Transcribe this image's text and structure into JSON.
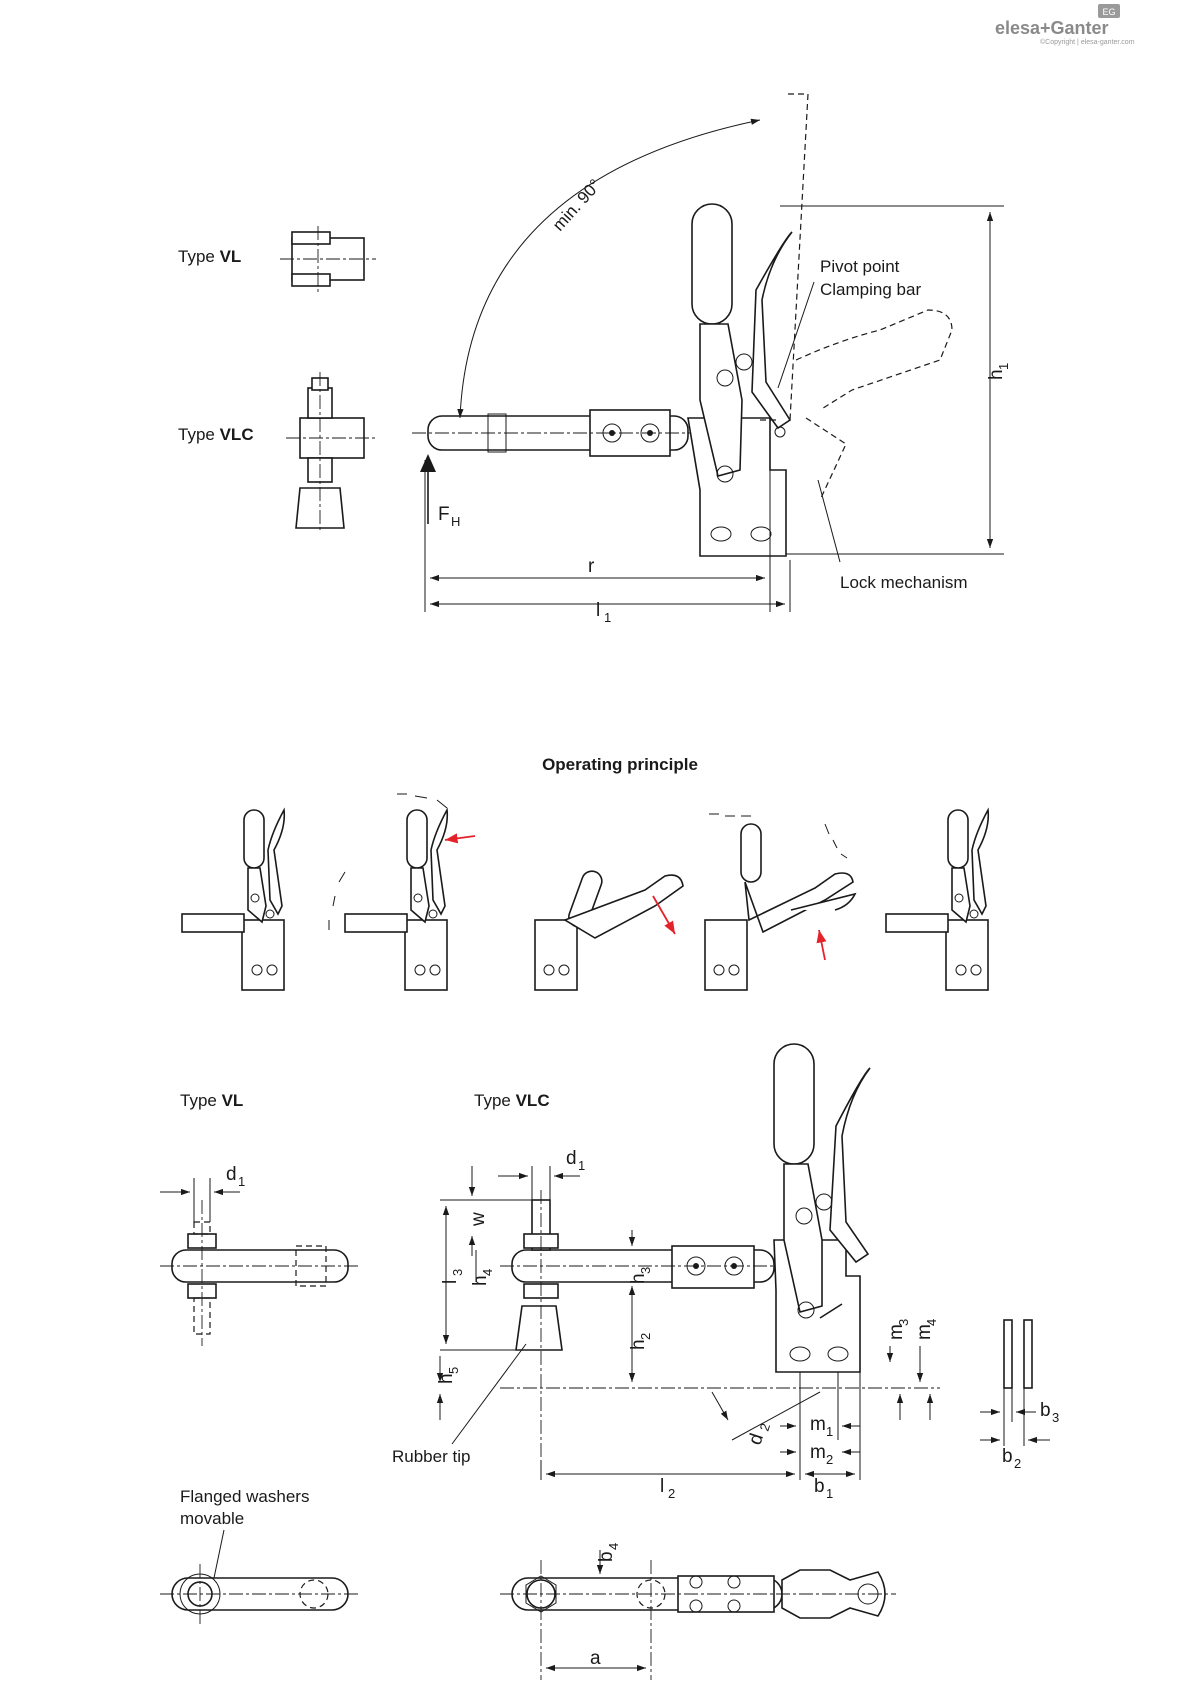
{
  "logo": {
    "brand_left": "elesa",
    "brand_right": "+Ganter",
    "badge": "EG",
    "copyright": "©Copyright | elesa-ganter.com"
  },
  "top_view": {
    "type_vl_label": "Type ",
    "type_vl_code": "VL",
    "type_vlc_label": "Type ",
    "type_vlc_code": "VLC",
    "angle_label": "min. 90°",
    "pivot_point_label": "Pivot point",
    "clamping_bar_label": "Clamping bar",
    "lock_mechanism_label": "Lock mechanism",
    "force_label": "F",
    "force_sub": "H",
    "dim_r": "r",
    "dim_l": "l",
    "dim_l_sub": "1",
    "dim_h": "h",
    "dim_h_sub": "1"
  },
  "operating_principle": {
    "title": "Operating principle",
    "steps": 5,
    "arrow_color": "#e4222a"
  },
  "bottom_view": {
    "type_vl_label": "Type ",
    "type_vl_code": "VL",
    "type_vlc_label": "Type ",
    "type_vlc_code": "VLC",
    "rubber_tip_label": "Rubber tip",
    "flanged_washers_line1": "Flanged washers",
    "flanged_washers_line2": "movable",
    "dims": {
      "d": "d",
      "d1_sub": "1",
      "d2_sub": "2",
      "w": "w",
      "l3": "l",
      "l3_sub": "3",
      "h": "h",
      "h2_sub": "2",
      "h3_sub": "3",
      "h4_sub": "4",
      "h5_sub": "5",
      "m": "m",
      "m1_sub": "1",
      "m2_sub": "2",
      "m3_sub": "3",
      "m4_sub": "4",
      "l2": "l",
      "l2_sub": "2",
      "b": "b",
      "b1_sub": "1",
      "b2_sub": "2",
      "b3_sub": "3",
      "b4_sub": "4",
      "a": "a"
    }
  }
}
